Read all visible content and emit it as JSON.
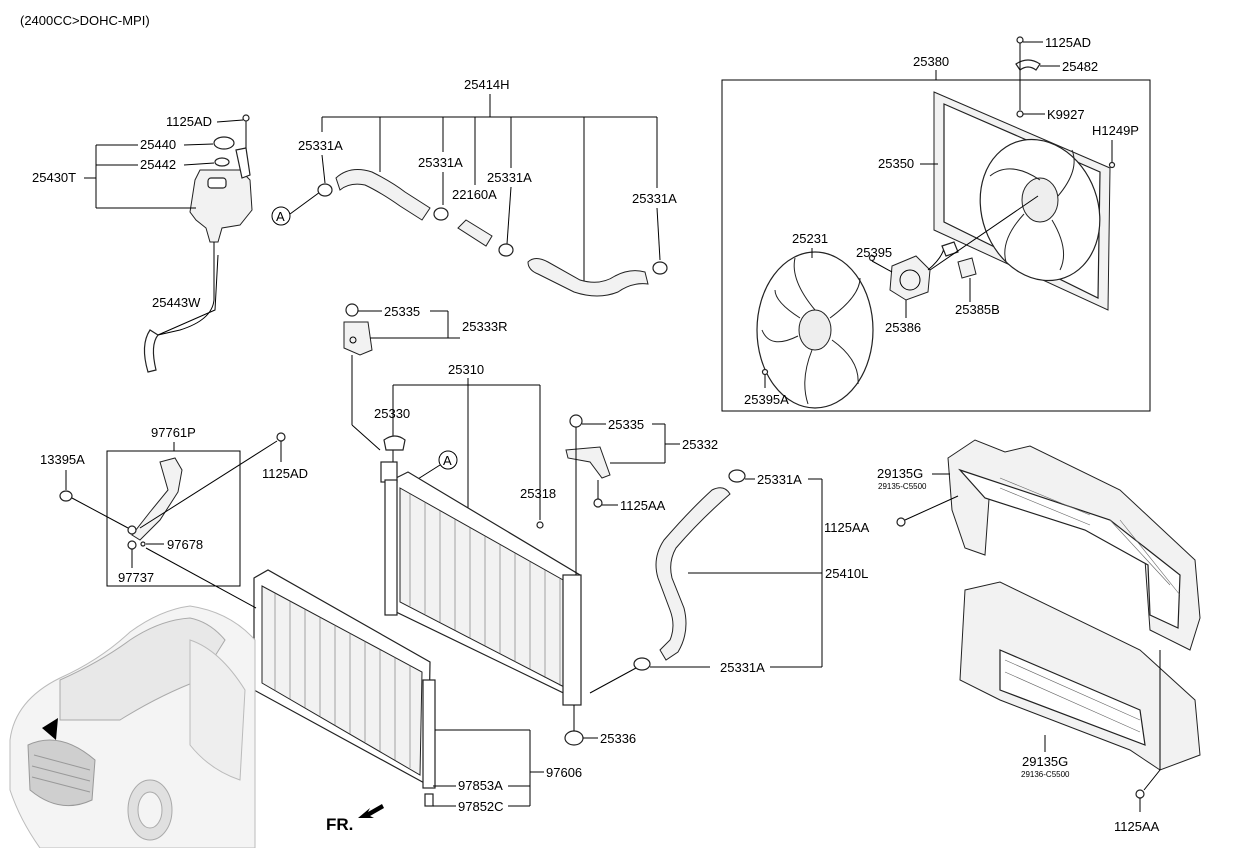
{
  "header": {
    "engine": "(2400CC>DOHC-MPI)"
  },
  "direction": {
    "label": "FR."
  },
  "callouts": {
    "c_25414H": "25414H",
    "c_25331A_1": "25331A",
    "c_25331A_2": "25331A",
    "c_25331A_3": "25331A",
    "c_25331A_4": "25331A",
    "c_25331A_5": "25331A",
    "c_25331A_6": "25331A",
    "c_22160A": "22160A",
    "c_A_1": "A",
    "c_A_2": "A",
    "c_1125AD_1": "1125AD",
    "c_1125AD_2": "1125AD",
    "c_1125AD_3": "1125AD",
    "c_25440": "25440",
    "c_25442": "25442",
    "c_25430T": "25430T",
    "c_25443W": "25443W",
    "c_25335_1": "25335",
    "c_25335_2": "25335",
    "c_25333R": "25333R",
    "c_25310": "25310",
    "c_25330": "25330",
    "c_25318": "25318",
    "c_25332": "25332",
    "c_1125AA_1": "1125AA",
    "c_1125AA_2": "1125AA",
    "c_1125AA_3": "1125AA",
    "c_25410L": "25410L",
    "c_25336": "25336",
    "c_97606": "97606",
    "c_97853A": "97853A",
    "c_97852C": "97852C",
    "c_97761P": "97761P",
    "c_13395A": "13395A",
    "c_97678": "97678",
    "c_97737": "97737",
    "c_25380": "25380",
    "c_25482": "25482",
    "c_K9927": "K9927",
    "c_H1249P": "H1249P",
    "c_25350": "25350",
    "c_25231": "25231",
    "c_25395": "25395",
    "c_25385B": "25385B",
    "c_25386": "25386",
    "c_25395A": "25395A",
    "c_29135G_1": "29135G",
    "c_29135G_1_sub": "29135-C5500",
    "c_29135G_2": "29135G",
    "c_29135G_2_sub": "29136-C5500"
  }
}
